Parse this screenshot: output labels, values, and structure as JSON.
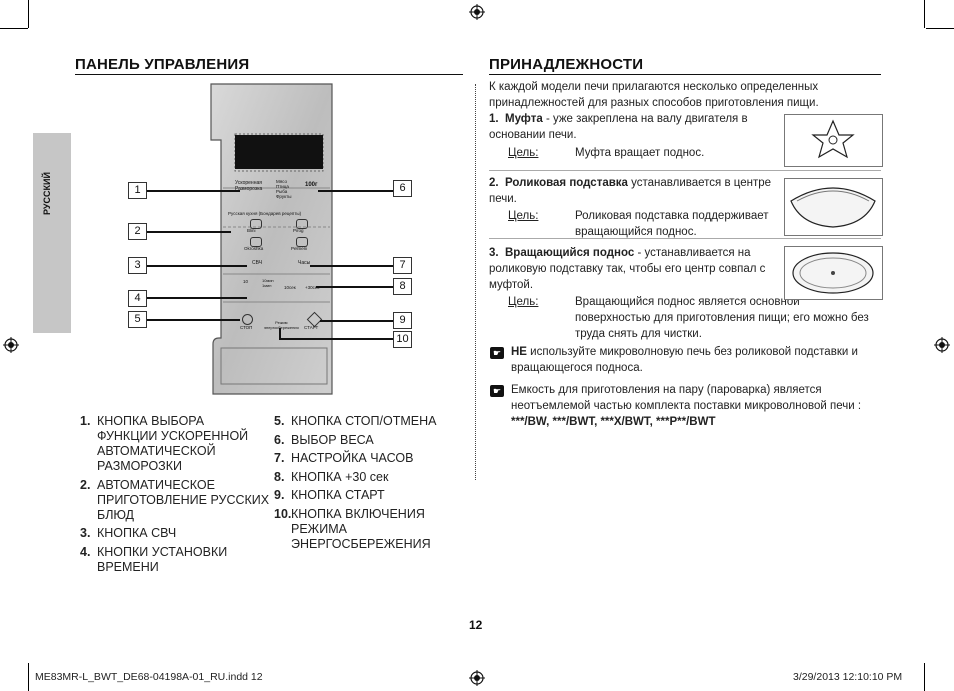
{
  "left": {
    "title": "ПАНЕЛЬ УПРАВЛЕНИЯ",
    "side_tab": "РУССКИЙ",
    "panel": {
      "weight_readout": "100г",
      "auto_defrost_label": "Ускоренная\nРазморозка",
      "menu_list": "Мясо\nПтица\nРыба\nФрукты",
      "russian_dishes_label": "Русская кухня (Бондарев рецепты)",
      "dish_1": "Blini",
      "dish_2": "Pirog",
      "dish_3": "Okroshka",
      "dish_4": "Pelmeni",
      "microwave_label": "СВЧ",
      "clock_label": "Часы",
      "time_btn_1": "10",
      "time_btn_2": "10мин\n1мин",
      "time_btn_3": "10сек",
      "time_btn_4": "+30сек",
      "stop_label": "СТОП",
      "eco_label": "Режим\nэнергосбережения",
      "start_label": "СТАРТ"
    },
    "callouts": [
      "1",
      "2",
      "3",
      "4",
      "5",
      "6",
      "7",
      "8",
      "9",
      "10"
    ],
    "legend_col1": [
      {
        "num": "1.",
        "text": "КНОПКА ВЫБОРА\nФУНКЦИИ УСКОРЕННОЙ\nАВТОМАТИЧЕСКОЙ\nРАЗМОРОЗКИ"
      },
      {
        "num": "2.",
        "text": "АВТОМАТИЧЕСКОЕ\nПРИГОТОВЛЕНИЕ РУССКИХ\nБЛЮД"
      },
      {
        "num": "3.",
        "text": "КНОПКА СВЧ"
      },
      {
        "num": "4.",
        "text": "КНОПКИ УСТАНОВКИ\nВРЕМЕНИ"
      }
    ],
    "legend_col2": [
      {
        "num": "5.",
        "text": "КНОПКА СТОП/ОТМЕНА"
      },
      {
        "num": "6.",
        "text": "ВЫБОР ВЕСА"
      },
      {
        "num": "7.",
        "text": "НАСТРОЙКА ЧАСОВ"
      },
      {
        "num": "8.",
        "text": "КНОПКА +30 сек"
      },
      {
        "num": "9.",
        "text": "КНОПКА СТАРТ"
      },
      {
        "num": "10.",
        "text": "КНОПКА ВКЛЮЧЕНИЯ\nРЕЖИМА\nЭНЕРГОСБЕРЕЖЕНИЯ"
      }
    ]
  },
  "right": {
    "title": "ПРИНАДЛЕЖНОСТИ",
    "intro": "К каждой модели печи прилагаются несколько определенных принадлежностей для разных способов приготовления пищи.",
    "items": [
      {
        "num": "1.",
        "name": "Муфта",
        "desc": " - уже закреплена на валу двигателя в основании печи.",
        "goal_label": "Цель:",
        "goal": "Муфта вращает поднос."
      },
      {
        "num": "2.",
        "name": "Роликовая подставка",
        "desc": " устанавливается в центре печи.",
        "goal_label": "Цель:",
        "goal": "Роликовая подставка поддерживает вращающийся поднос."
      },
      {
        "num": "3.",
        "name": "Вращающийся поднос",
        "desc": " - устанавливается на роликовую подставку так, чтобы его центр совпал с муфтой.",
        "goal_label": "Цель:",
        "goal": "Вращающийся поднос является основной поверхностью для приготовления пищи; его можно без труда снять для чистки."
      }
    ],
    "note1_bold": "НЕ",
    "note1": " используйте микроволновую печь без роликовой подставки и вращающегося подноса.",
    "note2": "Емкость для приготовления на пару (пароварка) является неотъемлемой частью комплекта поставки микроволновой печи :",
    "note2_bold": "***/BW, ***/BWT, ***X/BWT, ***P**/BWT"
  },
  "page_number": "12",
  "footer": {
    "file": "ME83MR-L_BWT_DE68-04198A-01_RU.indd   12",
    "date": "3/29/2013   12:10:10 PM"
  }
}
